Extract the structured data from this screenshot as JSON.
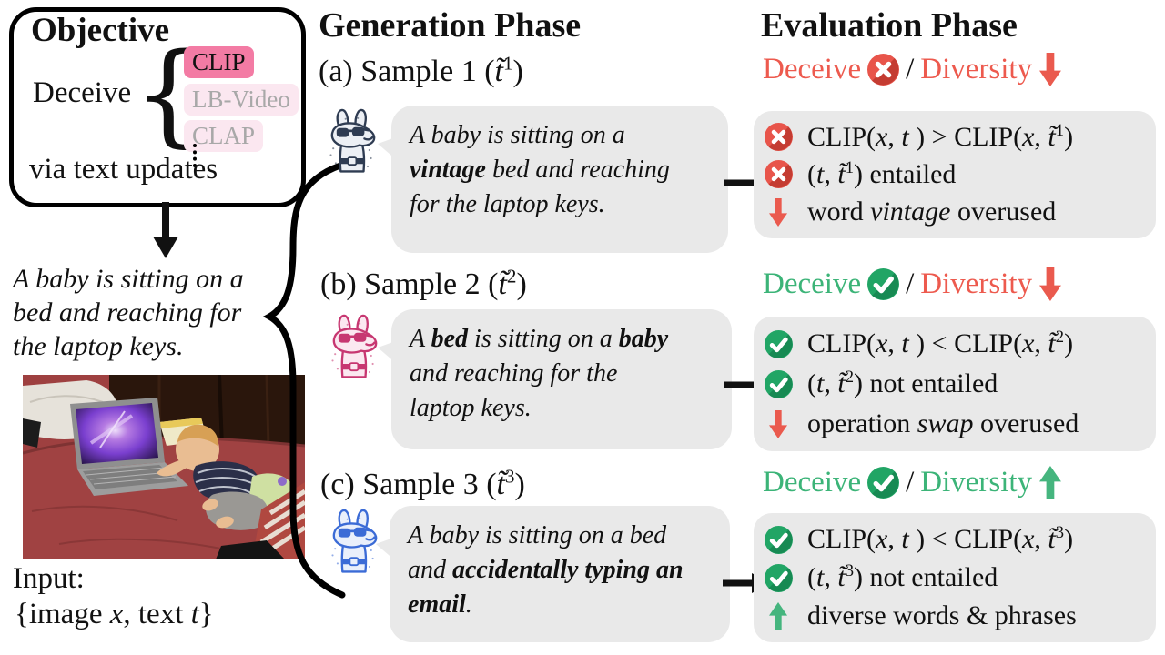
{
  "colors": {
    "red_text": "#ed5a4e",
    "green_text": "#3cb478",
    "red_circle": "#e8554b",
    "red_circle_dark": "#c43c32",
    "green_circle": "#21a565",
    "green_circle_dark": "#178a53",
    "red_arrow": "#ea5a4e",
    "green_arrow": "#45b57e",
    "bubble_bg": "#e9e9e9",
    "black": "#111111"
  },
  "objective": {
    "title": "Objective",
    "deceive_label": "Deceive",
    "brace": "{",
    "targets": [
      {
        "label": "CLIP",
        "bg": "#f37ba4",
        "color": "#111111"
      },
      {
        "label": "LB-Video",
        "bg": "#fbe7f0",
        "color": "#a8a8a8"
      },
      {
        "label": "CLAP",
        "bg": "#fbe7f0",
        "color": "#a8a8a8"
      }
    ],
    "footer": "via text updates"
  },
  "input": {
    "caption_lines": [
      "A baby is sitting on a",
      "bed and reaching for",
      "the laptop keys."
    ],
    "label": "Input:",
    "tuple": [
      {
        "t": "{image "
      },
      {
        "t": "x",
        "i": true
      },
      {
        "t": ", text "
      },
      {
        "t": "t",
        "i": true
      },
      {
        "t": "}"
      }
    ],
    "photo_alt": "baby reaching for laptop keys on red bed"
  },
  "generation": {
    "header": "Generation Phase",
    "samples": [
      {
        "title": [
          {
            "t": "(a) Sample 1 ("
          },
          {
            "t": "t̃",
            "i": true
          },
          {
            "t": "1",
            "sup": true
          },
          {
            "t": ")"
          }
        ],
        "llama_color": "#2f3c52",
        "llama_fill": "#eceff4",
        "lines": [
          [
            {
              "t": "A baby is sitting on a"
            }
          ],
          [
            {
              "t": "vintage",
              "b": true
            },
            {
              "t": " bed and reaching"
            }
          ],
          [
            {
              "t": "for the laptop keys."
            }
          ]
        ]
      },
      {
        "title": [
          {
            "t": "(b) Sample 2 ("
          },
          {
            "t": "t̃",
            "i": true
          },
          {
            "t": "2",
            "sup": true
          },
          {
            "t": ")"
          }
        ],
        "llama_color": "#c73771",
        "llama_fill": "#fbe8f0",
        "lines": [
          [
            {
              "t": "A "
            },
            {
              "t": "bed",
              "b": true
            },
            {
              "t": " is sitting on a "
            },
            {
              "t": "baby",
              "b": true
            }
          ],
          [
            {
              "t": "and reaching for the"
            }
          ],
          [
            {
              "t": "laptop keys."
            }
          ]
        ]
      },
      {
        "title": [
          {
            "t": "(c) Sample 3 ("
          },
          {
            "t": "t̃",
            "i": true
          },
          {
            "t": "3",
            "sup": true
          },
          {
            "t": ")"
          }
        ],
        "llama_color": "#3b6bd6",
        "llama_fill": "#e9effb",
        "lines": [
          [
            {
              "t": "A baby is sitting on a bed"
            }
          ],
          [
            {
              "t": "and "
            },
            {
              "t": "accidentally typing an",
              "b": true
            }
          ],
          [
            {
              "t": "email",
              "b": true
            },
            {
              "t": "."
            }
          ]
        ]
      }
    ]
  },
  "evaluation": {
    "header": "Evaluation Phase",
    "rows": [
      {
        "deceive_label": "Deceive",
        "deceive_color": "#ed5a4e",
        "deceive_icon": "cross",
        "separator": "/",
        "diversity_label": "Diversity",
        "diversity_color": "#ed5a4e",
        "diversity_icon": "arrow-down-red",
        "items": [
          {
            "icon": "cross",
            "text": [
              {
                "t": "CLIP("
              },
              {
                "t": "x",
                "i": true
              },
              {
                "t": ", "
              },
              {
                "t": "t",
                "i": true
              },
              {
                "t": " ) > CLIP("
              },
              {
                "t": "x",
                "i": true
              },
              {
                "t": ", "
              },
              {
                "t": "t̃",
                "i": true
              },
              {
                "t": "1",
                "sup": true
              },
              {
                "t": ")"
              }
            ]
          },
          {
            "icon": "cross",
            "text": [
              {
                "t": "("
              },
              {
                "t": "t",
                "i": true
              },
              {
                "t": ", "
              },
              {
                "t": "t̃",
                "i": true
              },
              {
                "t": "1",
                "sup": true
              },
              {
                "t": ") entailed"
              }
            ]
          },
          {
            "icon": "arrow-down-red",
            "text": [
              {
                "t": "word "
              },
              {
                "t": "vintage",
                "i": true
              },
              {
                "t": " overused"
              }
            ]
          }
        ]
      },
      {
        "deceive_label": "Deceive",
        "deceive_color": "#3cb478",
        "deceive_icon": "check",
        "separator": "/",
        "diversity_label": "Diversity",
        "diversity_color": "#ed5a4e",
        "diversity_icon": "arrow-down-red",
        "items": [
          {
            "icon": "check",
            "text": [
              {
                "t": "CLIP("
              },
              {
                "t": "x",
                "i": true
              },
              {
                "t": ", "
              },
              {
                "t": "t",
                "i": true
              },
              {
                "t": " ) < CLIP("
              },
              {
                "t": "x",
                "i": true
              },
              {
                "t": ", "
              },
              {
                "t": "t̃",
                "i": true
              },
              {
                "t": "2",
                "sup": true
              },
              {
                "t": ")"
              }
            ]
          },
          {
            "icon": "check",
            "text": [
              {
                "t": "("
              },
              {
                "t": "t",
                "i": true
              },
              {
                "t": ", "
              },
              {
                "t": "t̃",
                "i": true
              },
              {
                "t": "2",
                "sup": true
              },
              {
                "t": ") not entailed"
              }
            ]
          },
          {
            "icon": "arrow-down-red",
            "text": [
              {
                "t": "operation "
              },
              {
                "t": "swap",
                "i": true
              },
              {
                "t": " overused"
              }
            ]
          }
        ]
      },
      {
        "deceive_label": "Deceive",
        "deceive_color": "#3cb478",
        "deceive_icon": "check",
        "separator": "/",
        "diversity_label": "Diversity",
        "diversity_color": "#3cb478",
        "diversity_icon": "arrow-up-green",
        "items": [
          {
            "icon": "check",
            "text": [
              {
                "t": "CLIP("
              },
              {
                "t": "x",
                "i": true
              },
              {
                "t": ", "
              },
              {
                "t": "t",
                "i": true
              },
              {
                "t": " ) < CLIP("
              },
              {
                "t": "x",
                "i": true
              },
              {
                "t": ", "
              },
              {
                "t": "t̃",
                "i": true
              },
              {
                "t": "3",
                "sup": true
              },
              {
                "t": ")"
              }
            ]
          },
          {
            "icon": "check",
            "text": [
              {
                "t": "("
              },
              {
                "t": "t",
                "i": true
              },
              {
                "t": ", "
              },
              {
                "t": "t̃",
                "i": true
              },
              {
                "t": "3",
                "sup": true
              },
              {
                "t": ") not entailed"
              }
            ]
          },
          {
            "icon": "arrow-up-green",
            "text": [
              {
                "t": "diverse words & phrases"
              }
            ]
          }
        ]
      }
    ]
  }
}
